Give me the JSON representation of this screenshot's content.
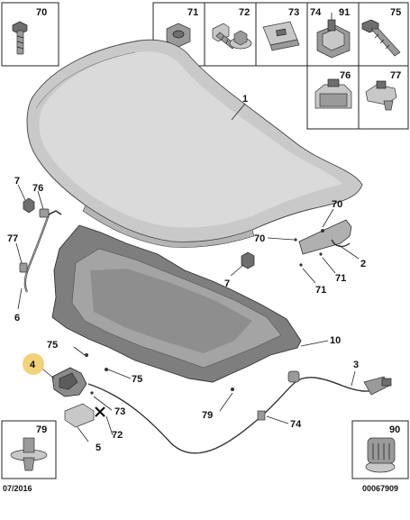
{
  "labels": {
    "box_70": "70",
    "box_71": "71",
    "box_72": "72",
    "box_73": "73",
    "box_74": "74",
    "box_91": "91",
    "box_75": "75",
    "box_76": "76",
    "box_77": "77",
    "box_79": "79",
    "box_90": "90",
    "callout_1": "1",
    "callout_2": "2",
    "callout_3": "3",
    "callout_4": "4",
    "callout_5": "5",
    "callout_6": "6",
    "callout_7_left": "7",
    "callout_7_center": "7",
    "callout_10": "10",
    "callout_70_a": "70",
    "callout_70_b": "70",
    "callout_71_a": "71",
    "callout_71_b": "71",
    "callout_72": "72",
    "callout_73": "73",
    "callout_74": "74",
    "callout_75_a": "75",
    "callout_75_b": "75",
    "callout_76": "76",
    "callout_77": "77",
    "callout_79": "79"
  },
  "footer": {
    "date": "07/2016",
    "code": "00067909"
  },
  "colors": {
    "highlight": "#f2d27a"
  }
}
